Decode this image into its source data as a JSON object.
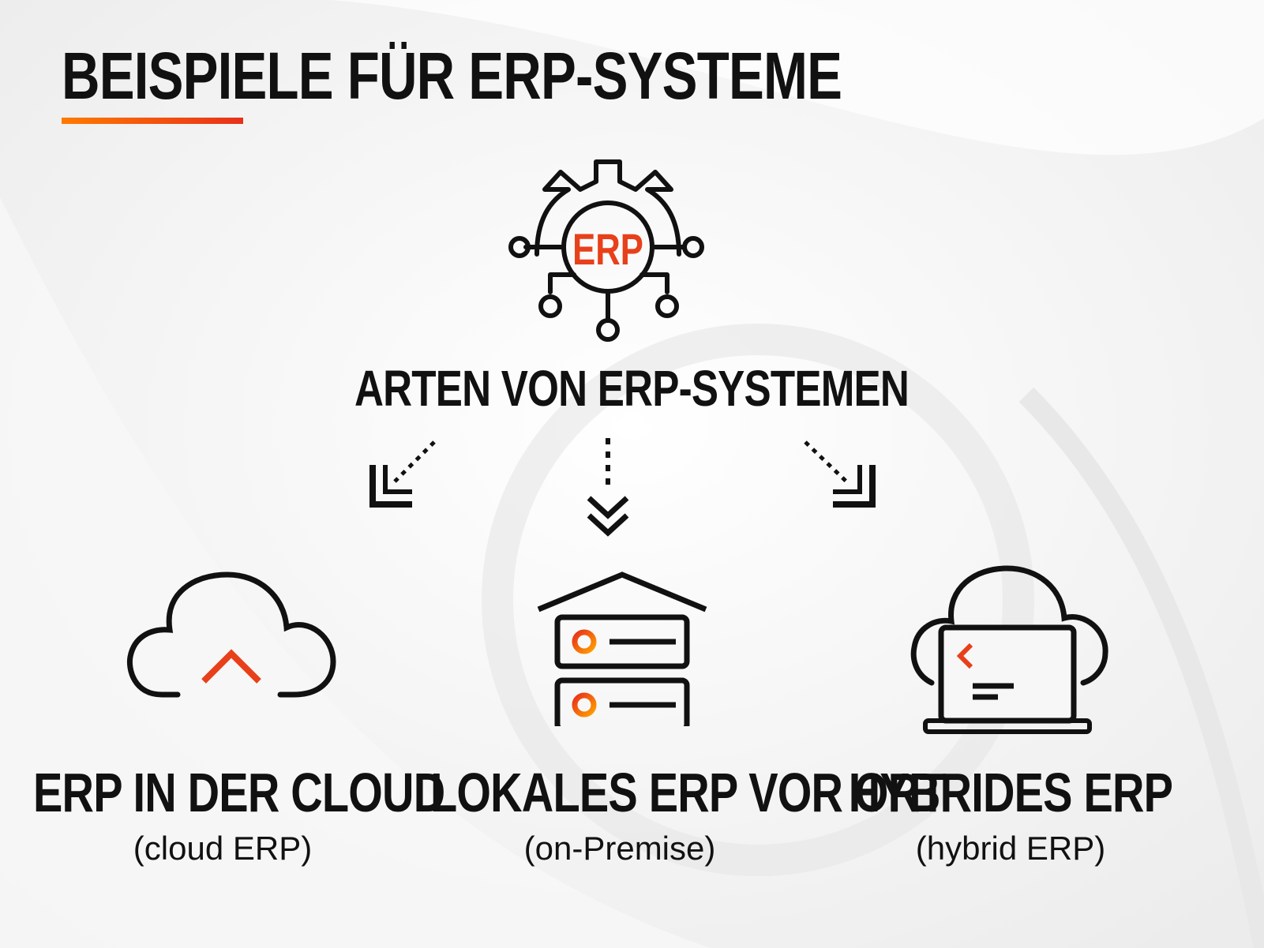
{
  "title": "BEISPIELE FÜR ERP-SYSTEME",
  "center": {
    "badge": "ERP",
    "label": "ARTEN VON ERP-SYSTEMEN"
  },
  "columns": [
    {
      "title": "ERP IN DER CLOUD",
      "subtitle": "(cloud ERP)"
    },
    {
      "title": "LOKALES ERP VOR ORT",
      "subtitle": "(on-Premise)"
    },
    {
      "title": "HYBRIDES ERP",
      "subtitle": "(hybrid ERP)"
    }
  ],
  "colors": {
    "text": "#111111",
    "accent_orange": "#ff7a00",
    "accent_red": "#e8301a",
    "background": "#f4f4f4"
  },
  "icons": [
    "erp-gear-icon",
    "arrow-down-left-icon",
    "arrow-down-icon",
    "arrow-down-right-icon",
    "cloud-upload-icon",
    "server-house-icon",
    "cloud-laptop-icon"
  ]
}
